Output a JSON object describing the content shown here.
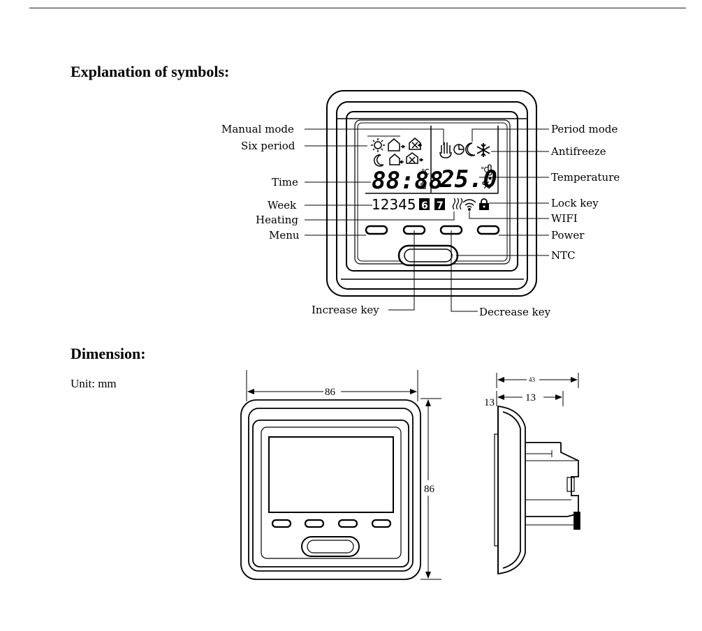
{
  "sections": {
    "symbols_title": "Explanation of symbols:",
    "dimension_title": "Dimension:",
    "unit_text": "Unit: mm"
  },
  "callouts": {
    "manual_mode": "Manual mode",
    "six_period": "Six period",
    "time": "Time",
    "week": "Week",
    "heating": "Heating",
    "menu": "Menu",
    "period_mode": "Period mode",
    "antifreeze": "Antifreeze",
    "temperature": "Temperature",
    "lock_key": "Lock key",
    "wifi": "WIFI",
    "power": "Power",
    "ntc": "NTC",
    "increase_key": "Increase key",
    "decrease_key": "Decrease key"
  },
  "lcd": {
    "time_digits": "88:88",
    "temperature_value": "25.0",
    "celsius_unit": "℃",
    "percent_unit": "%",
    "week_days": "12345",
    "day6": "6",
    "day7": "7"
  },
  "dimensions": {
    "front_width": "86",
    "front_height": "86",
    "side_depth": "43",
    "side_inner": "13",
    "side_left": "13"
  }
}
